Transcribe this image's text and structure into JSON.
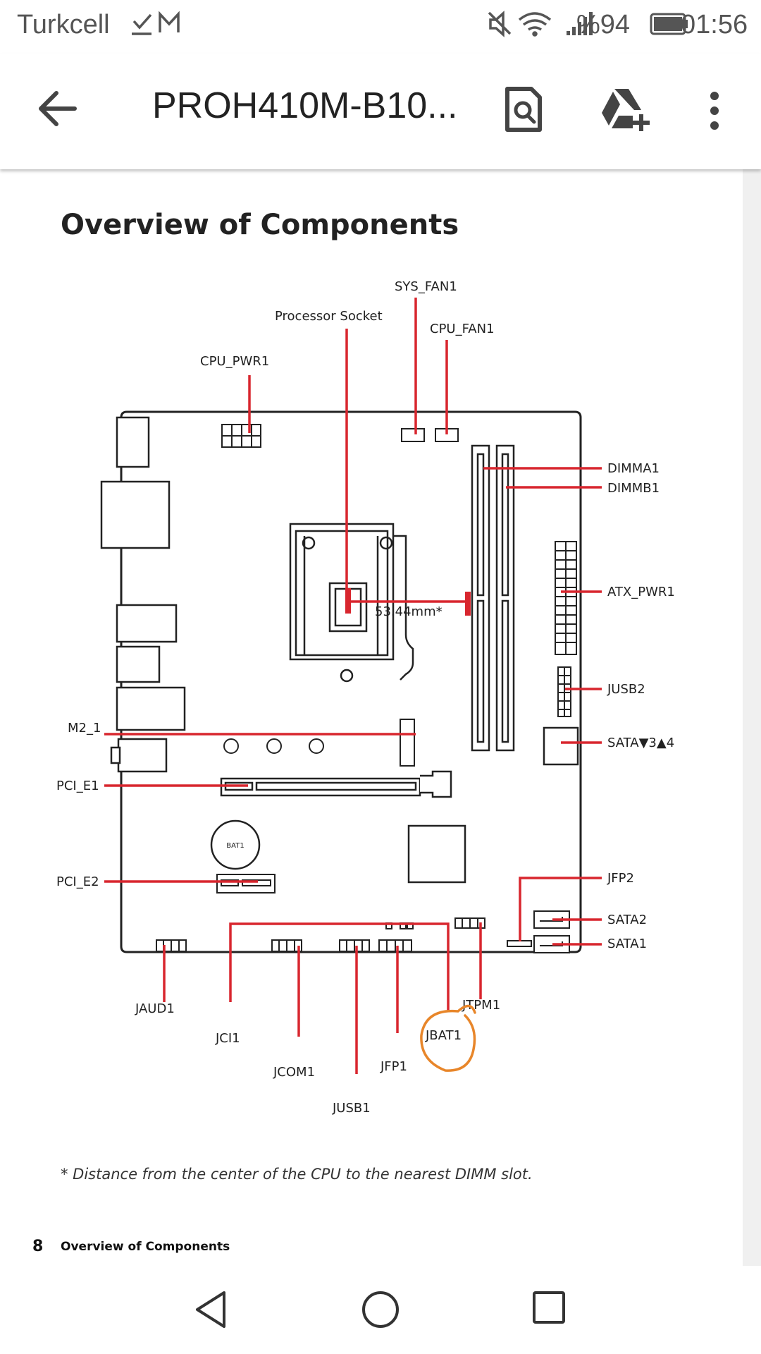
{
  "status_bar": {
    "carrier": "Turkcell",
    "battery": "%94",
    "time": "01:56",
    "icons": [
      "checkmark-download-icon",
      "gmail-icon",
      "mute-icon",
      "wifi-icon",
      "signal-icon",
      "battery-icon"
    ]
  },
  "app_bar": {
    "title": "PROH410M-B10...",
    "icons": [
      "back-arrow-icon",
      "search-document-icon",
      "add-to-drive-icon",
      "more-vert-icon"
    ]
  },
  "document": {
    "heading": "Overview of Components",
    "footnote": "* Distance from the center of the CPU to the nearest DIMM slot.",
    "page_number": "8",
    "page_footer": "Overview of Components",
    "labels": {
      "sys_fan1": "SYS_FAN1",
      "processor_socket": "Processor Socket",
      "cpu_fan1": "CPU_FAN1",
      "cpu_pwr1": "CPU_PWR1",
      "dimma1": "DIMMA1",
      "dimmb1": "DIMMB1",
      "atx_pwr1": "ATX_PWR1",
      "distance": "53.44mm*",
      "jusb2": "JUSB2",
      "sata34": "SATA▼3▲4",
      "m2_1": "M2_1",
      "pci_e1": "PCI_E1",
      "bat1": "BAT1",
      "pci_e2": "PCI_E2",
      "jfp2": "JFP2",
      "sata2": "SATA2",
      "sata1": "SATA1",
      "jaud1": "JAUD1",
      "jci1": "JCI1",
      "jcom1": "JCOM1",
      "jusb1": "JUSB1",
      "jfp1": "JFP1",
      "jbat1": "JBAT1",
      "jtpm1": "JTPM1"
    }
  },
  "nav_bar": {
    "icons": [
      "nav-back-icon",
      "nav-home-icon",
      "nav-recents-icon"
    ]
  },
  "colors": {
    "accent_red": "#d8262e",
    "annotation_orange": "#e8862a",
    "outline": "#222222"
  }
}
